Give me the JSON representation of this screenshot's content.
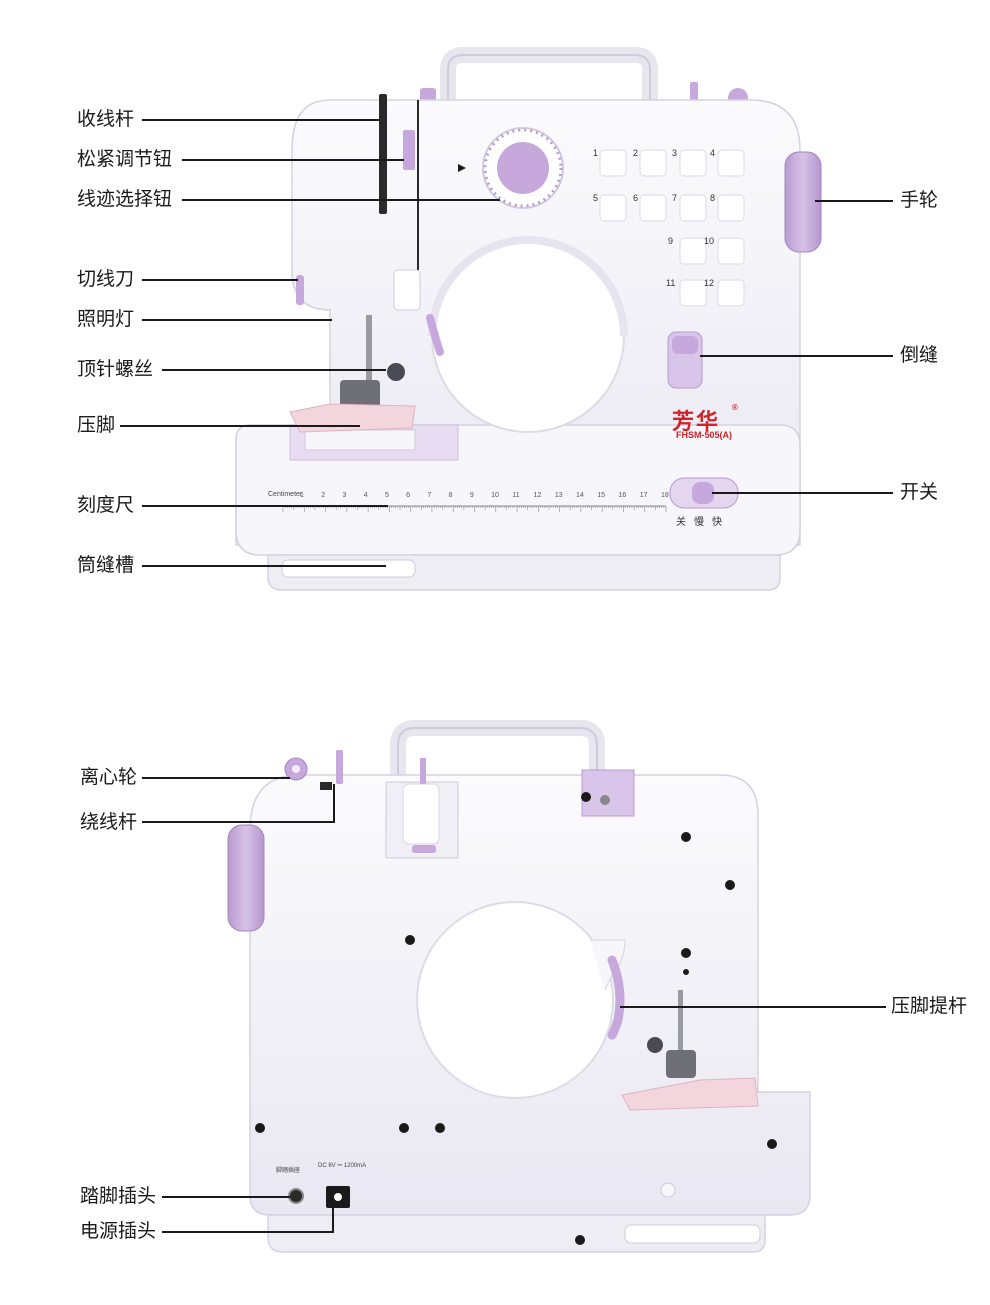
{
  "front_labels": {
    "thread_takeup_lever": "收线杆",
    "tension_dial": "松紧调节钮",
    "stitch_selector": "线迹选择钮",
    "thread_cutter": "切线刀",
    "light": "照明灯",
    "needle_screw": "顶针螺丝",
    "presser_foot": "压脚",
    "ruler": "刻度尺",
    "free_arm": "筒缝槽",
    "handwheel": "手轮",
    "reverse": "倒缝",
    "power_switch": "开关"
  },
  "back_labels": {
    "spool_pin_wheel": "离心轮",
    "bobbin_winder": "绕线杆",
    "presser_foot_lifter": "压脚提杆",
    "foot_pedal_jack": "踏脚插头",
    "power_jack": "电源插头"
  },
  "machine_text": {
    "brand": "芳华",
    "registered": "®",
    "model": "FHSM-505(A)",
    "ruler_unit": "Centimeter",
    "ruler_numbers": [
      "1",
      "2",
      "3",
      "4",
      "5",
      "6",
      "7",
      "8",
      "9",
      "10",
      "11",
      "12",
      "13",
      "14",
      "15",
      "16",
      "17",
      "18"
    ],
    "switch_settings": "关慢快",
    "stitch_numbers": [
      "1",
      "2",
      "3",
      "4",
      "5",
      "6",
      "7",
      "8",
      "9",
      "10",
      "11",
      "12"
    ],
    "pedal_jack_text": "脚踏插座",
    "power_spec": "DC 6V ⎓ 1200mA"
  },
  "colors": {
    "body": "#f4f3f8",
    "shadow": "#d9d7e3",
    "accent_lilac": "#c6a8dc",
    "brand_red": "#d2232a",
    "line": "#1a1a1a"
  }
}
